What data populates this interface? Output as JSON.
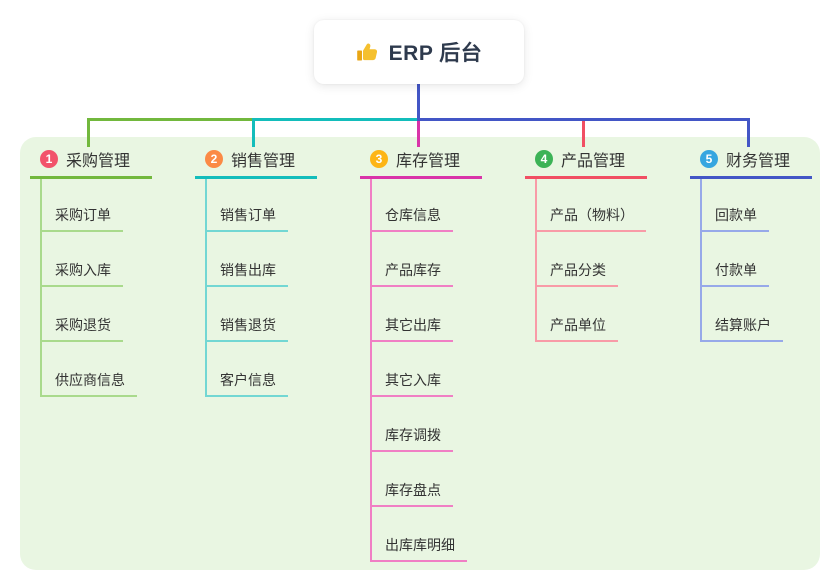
{
  "root": {
    "label": "ERP 后台",
    "icon": "thumbs-up-icon",
    "icon_color": "#f5b82e",
    "connector_color": "#4356c6"
  },
  "canvas": {
    "background": "#ffffff",
    "panel_background": "#e9f6e2",
    "text_color": "#333333"
  },
  "branches": [
    {
      "number": "1",
      "label": "采购管理",
      "badge_color": "#f2536b",
      "line_color": "#72b83d",
      "child_line_color": "#a9da8c",
      "children": [
        "采购订单",
        "采购入库",
        "采购退货",
        "供应商信息"
      ]
    },
    {
      "number": "2",
      "label": "销售管理",
      "badge_color": "#fb8a45",
      "line_color": "#13bdbb",
      "child_line_color": "#72d7d3",
      "children": [
        "销售订单",
        "销售出库",
        "销售退货",
        "客户信息"
      ]
    },
    {
      "number": "3",
      "label": "库存管理",
      "badge_color": "#fdb515",
      "line_color": "#d934a9",
      "child_line_color": "#f07fc4",
      "children": [
        "仓库信息",
        "产品库存",
        "其它出库",
        "其它入库",
        "库存调拨",
        "库存盘点",
        "出库库明细"
      ]
    },
    {
      "number": "4",
      "label": "产品管理",
      "badge_color": "#3cb356",
      "line_color": "#f14f63",
      "child_line_color": "#f89ba7",
      "children": [
        "产品（物料）",
        "产品分类",
        "产品单位"
      ]
    },
    {
      "number": "5",
      "label": "财务管理",
      "badge_color": "#36a6e0",
      "line_color": "#4356c6",
      "child_line_color": "#97a9e9",
      "children": [
        "回款单",
        "付款单",
        "结算账户"
      ]
    }
  ]
}
